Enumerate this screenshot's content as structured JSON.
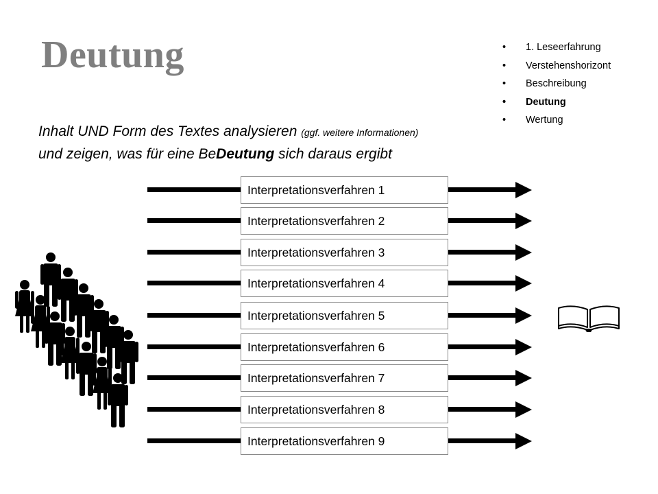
{
  "slide": {
    "title": "Deutung",
    "nav": [
      {
        "label": "1. Leseerfahrung",
        "active": false
      },
      {
        "label": "Verstehenshorizont",
        "active": false
      },
      {
        "label": "Beschreibung",
        "active": false
      },
      {
        "label": "Deutung",
        "active": true
      },
      {
        "label": "Wertung",
        "active": false
      }
    ],
    "subtitle": {
      "line1_main": "Inhalt UND Form des Textes analysieren ",
      "line1_small": "(ggf. weitere Informationen)",
      "line2_pre": "und zeigen, was für eine Be",
      "line2_bold": "Deutung",
      "line2_post": " sich daraus ergibt"
    },
    "methods": [
      "Interpretationsverfahren 1",
      "Interpretationsverfahren 2",
      "Interpretationsverfahren 3",
      "Interpretationsverfahren 4",
      "Interpretationsverfahren 5",
      "Interpretationsverfahren 6",
      "Interpretationsverfahren 7",
      "Interpretationsverfahren 8",
      "Interpretationsverfahren 9"
    ],
    "icons": {
      "readers": "people-group-icon",
      "text": "open-book-icon"
    }
  }
}
